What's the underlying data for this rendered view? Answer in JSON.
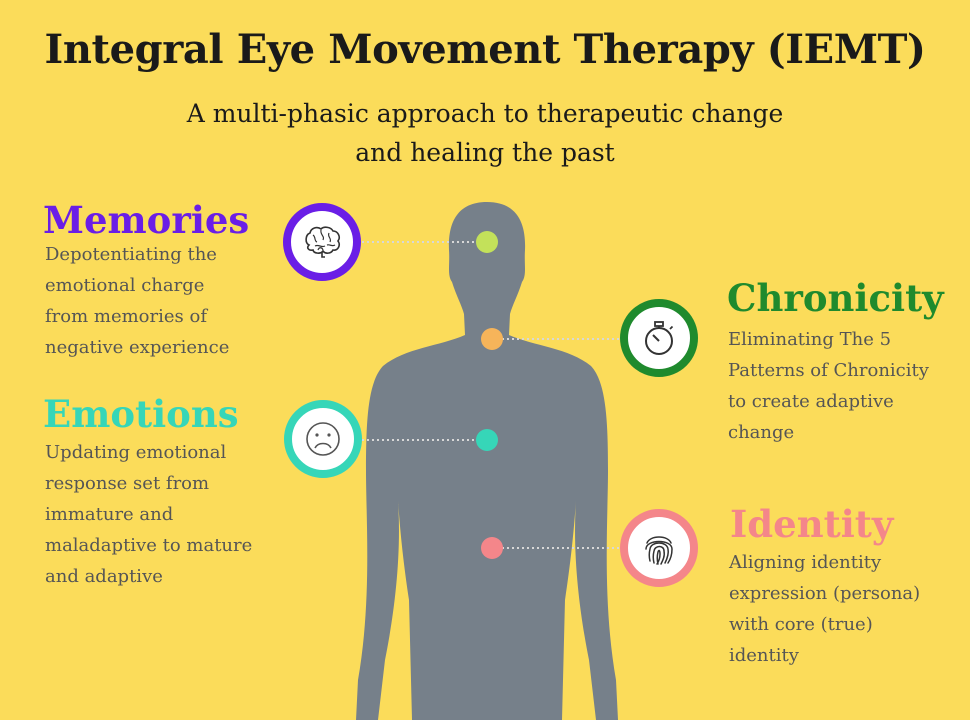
{
  "title": "Integral Eye Movement Therapy (IEMT)",
  "subtitle_lines": [
    "A multi-phasic approach to therapeutic change",
    "and healing the past"
  ],
  "colors": {
    "background": "#fbdc5a",
    "silhouette": "#76808a",
    "memories": "#6a1ee6",
    "chronicity": "#1f8a2d",
    "emotions": "#36d6b8",
    "identity": "#f4868a",
    "dot_memories": "#c3e15a",
    "dot_chronicity": "#f6b45a"
  },
  "sections": {
    "memories": {
      "heading": "Memories",
      "icon": "brain-icon",
      "lines": [
        "Depotentiating the",
        "emotional charge",
        "from memories of",
        "negative experience"
      ]
    },
    "chronicity": {
      "heading": "Chronicity",
      "icon": "stopwatch-icon",
      "lines": [
        "Eliminating The 5",
        "Patterns of Chronicity",
        "to create adaptive",
        "change"
      ]
    },
    "emotions": {
      "heading": "Emotions",
      "icon": "sad-face-icon",
      "lines": [
        "Updating emotional",
        "response set from",
        "immature and",
        "maladaptive to mature",
        "and adaptive"
      ]
    },
    "identity": {
      "heading": "Identity",
      "icon": "fingerprint-icon",
      "lines": [
        "Aligning identity",
        "expression (persona)",
        "with core (true)",
        "identity"
      ]
    }
  }
}
